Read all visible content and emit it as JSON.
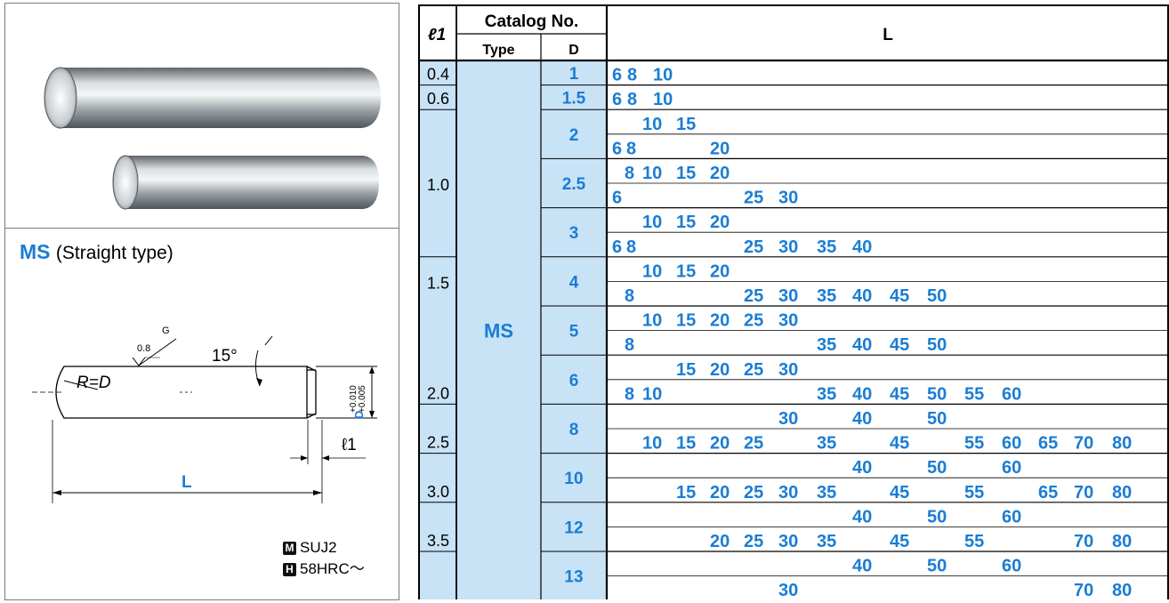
{
  "left_panel": {
    "product_heading": {
      "code": "MS",
      "subtitle": "(Straight type)"
    },
    "drawing_labels": {
      "roughness_value": "0.8",
      "roughness_grade": "G",
      "chamfer_angle": "15°",
      "end_radius": "R=D",
      "tolerance_upper": "+0.010",
      "tolerance_lower": "+0.005",
      "diameter_symbol": "D",
      "length_dim": "L",
      "step_dim": "ℓ1"
    },
    "material": {
      "material_badge": "M",
      "material_value": "SUJ2",
      "hardness_badge": "H",
      "hardness_value": "58HRC～"
    }
  },
  "table": {
    "header": {
      "l1": "ℓ1",
      "catalog_no": "Catalog No.",
      "type": "Type",
      "d": "D",
      "l": "L"
    },
    "type_value": "MS",
    "l1_values": [
      "0.4",
      "0.6",
      "1.0",
      "1.5",
      "2.0",
      "2.5",
      "3.0",
      "3.5"
    ],
    "d_values": [
      "1",
      "1.5",
      "2",
      "2.5",
      "3",
      "4",
      "5",
      "6",
      "8",
      "10",
      "12",
      "13"
    ],
    "l_columns": [
      "6",
      "8",
      "10",
      "15",
      "20",
      "25",
      "30",
      "35",
      "40",
      "45",
      "50",
      "55",
      "60",
      "65",
      "70",
      "80"
    ],
    "rows": [
      [
        "6",
        "8",
        "10"
      ],
      [
        "6",
        "8",
        "10"
      ],
      [
        "10",
        "15"
      ],
      [
        "6",
        "8",
        "20"
      ],
      [
        "8",
        "10",
        "15",
        "20"
      ],
      [
        "6",
        "25",
        "30"
      ],
      [
        "10",
        "15",
        "20"
      ],
      [
        "6",
        "8",
        "25",
        "30",
        "35",
        "40"
      ],
      [
        "10",
        "15",
        "20"
      ],
      [
        "8",
        "25",
        "30",
        "35",
        "40",
        "45",
        "50"
      ],
      [
        "10",
        "15",
        "20",
        "25",
        "30"
      ],
      [
        "8",
        "35",
        "40",
        "45",
        "50"
      ],
      [
        "15",
        "20",
        "25",
        "30"
      ],
      [
        "8",
        "10",
        "35",
        "40",
        "45",
        "50",
        "55",
        "60"
      ],
      [
        "30",
        "40",
        "50"
      ],
      [
        "10",
        "15",
        "20",
        "25",
        "35",
        "45",
        "55",
        "60",
        "65",
        "70",
        "80"
      ],
      [
        "40",
        "50",
        "60"
      ],
      [
        "15",
        "20",
        "25",
        "30",
        "35",
        "45",
        "55",
        "65",
        "70",
        "80"
      ],
      [
        "40",
        "50",
        "60"
      ],
      [
        "20",
        "25",
        "30",
        "35",
        "45",
        "55",
        "70",
        "80"
      ],
      [
        "40",
        "50",
        "60"
      ],
      [
        "30",
        "70",
        "80"
      ]
    ]
  },
  "colors": {
    "accent_blue": "#1a7dd4",
    "highlight_fill": "#c8e2f6",
    "rule": "#000000"
  }
}
